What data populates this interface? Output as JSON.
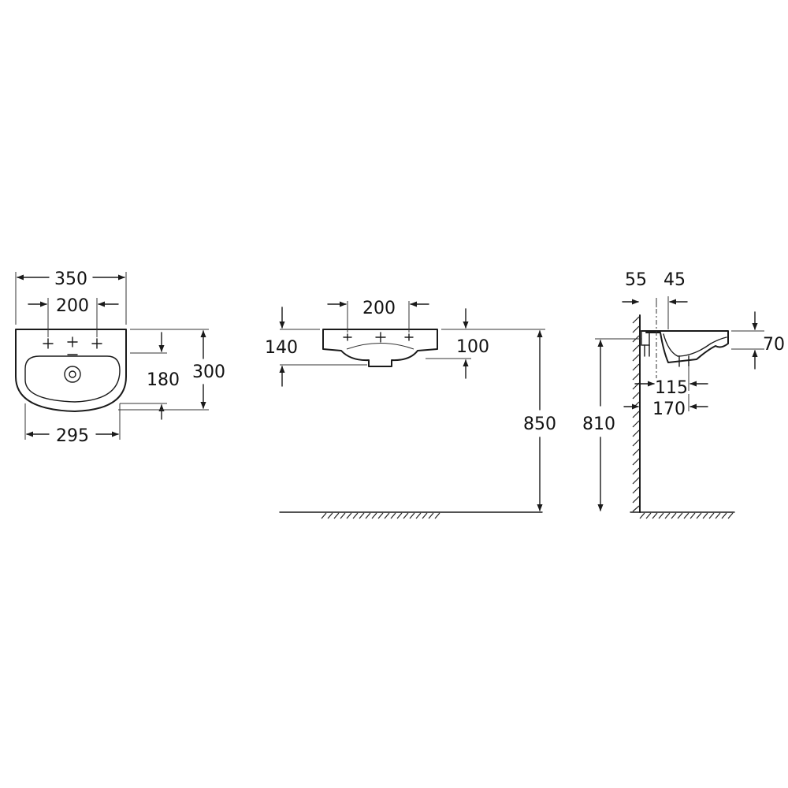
{
  "front_view": {
    "overall_width": "350",
    "tap_hole_spacing": "200",
    "bowl_width": "295",
    "bowl_depth": "180",
    "overall_depth": "300"
  },
  "side_view": {
    "tap_hole_spacing": "200",
    "basin_height": "140",
    "rim_depth": "100",
    "rim_height_from_floor": "850"
  },
  "section_view": {
    "wall_gap": "55",
    "overhang": "45",
    "rim_thickness": "70",
    "bracket_depth": "115",
    "outlet_depth": "170",
    "fixing_height": "810"
  },
  "colors": {
    "line": "#1a1a1a",
    "background": "#ffffff"
  }
}
